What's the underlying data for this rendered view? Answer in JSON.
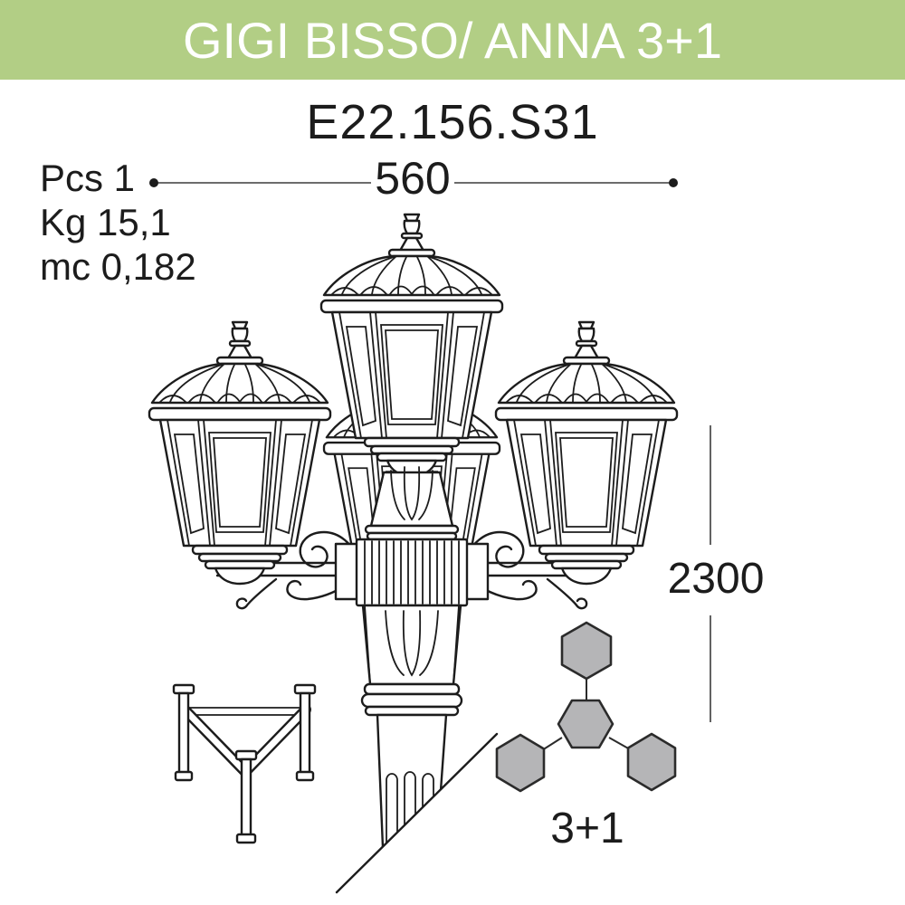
{
  "header": {
    "title": "GIGI BISSO/ ANNA 3+1"
  },
  "product": {
    "code": "E22.156.S31"
  },
  "specs": {
    "pieces": "Pcs 1",
    "weight": "Kg 15,1",
    "volume": "mc 0,182"
  },
  "dimensions": {
    "width": "560",
    "height": "2300"
  },
  "configuration": {
    "label": "3+1"
  },
  "colors": {
    "header_bg": "#b2ce85",
    "header_text": "#ffffff",
    "line": "#1c1c1c",
    "dim_line": "#3c3c3c",
    "hex_fill": "#b5b5b7",
    "hex_stroke": "#2b2b2b"
  }
}
